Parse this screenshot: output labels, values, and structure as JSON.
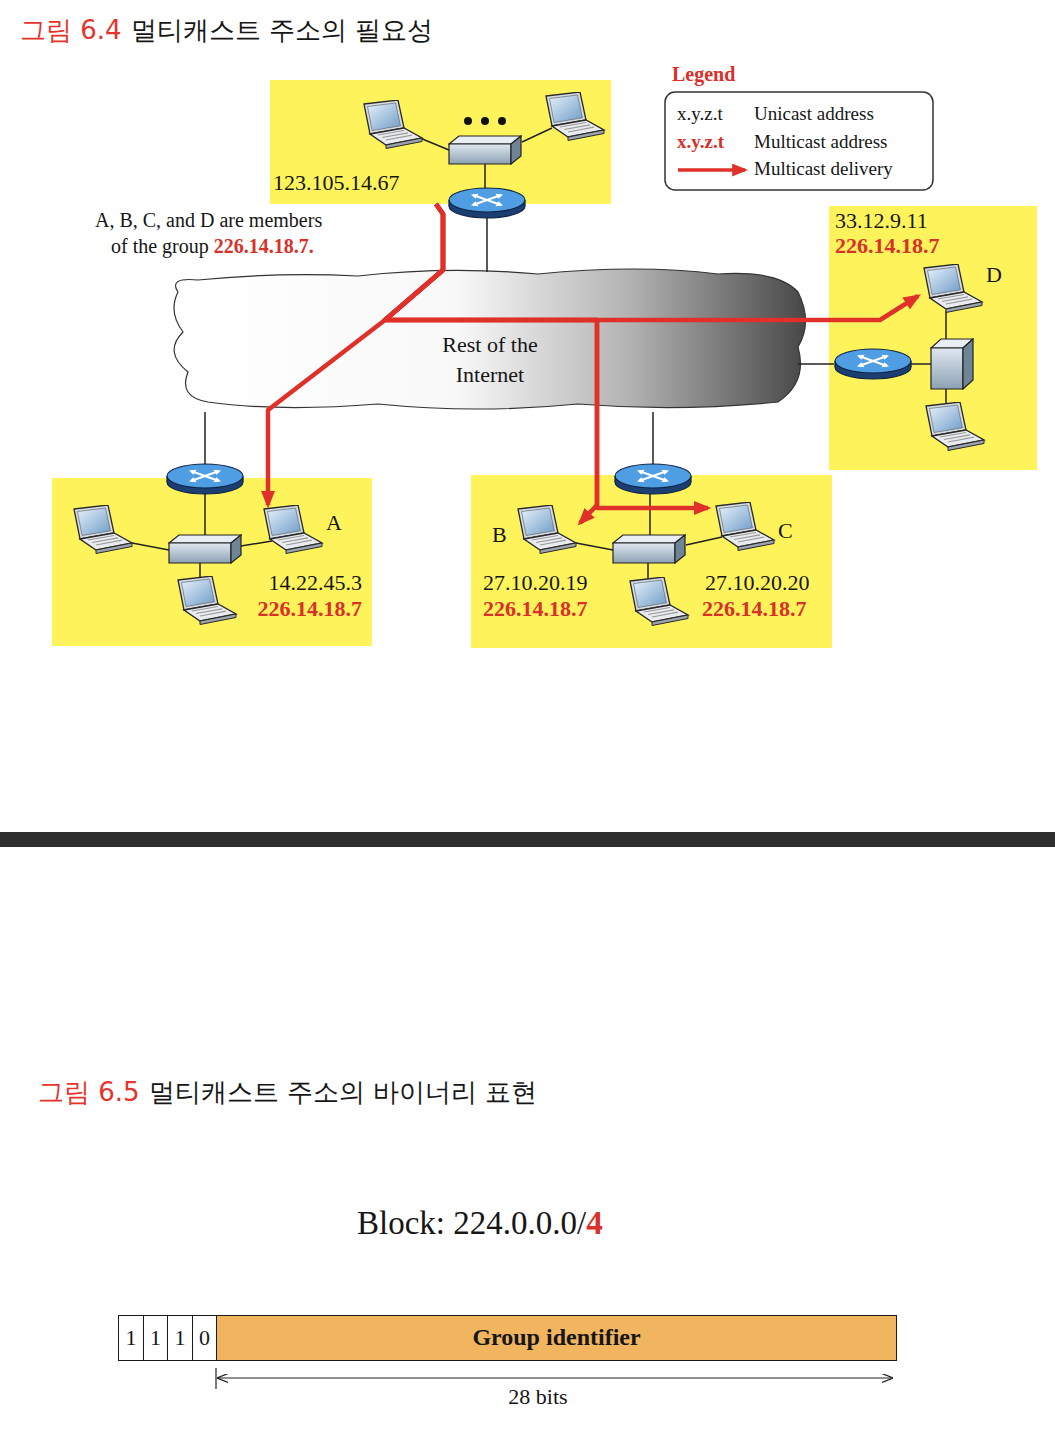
{
  "diagram": {
    "nodes": [
      {
        "text": [
          "123.105.14.67"
        ]
      },
      {
        "text": [
          "33.12.9.11",
          "226.14.18.7"
        ]
      },
      {
        "text": [
          "D"
        ],
        "in": 1
      },
      {
        "text": [
          "Rest of the Internet"
        ]
      },
      {
        "text": [
          "14.22.45.3",
          "226.14.18.7"
        ]
      },
      {
        "text": [
          "A"
        ],
        "in": 4
      },
      {
        "text": [
          "27.10.20.19",
          "226.14.18.7",
          "27.10.20.20",
          "226.14.18.7"
        ]
      },
      {
        "text": [
          "B"
        ],
        "in": 6
      },
      {
        "text": [
          "C"
        ],
        "in": 6
      },
      {
        "text": [
          "1"
        ]
      },
      {
        "text": [
          "1"
        ]
      },
      {
        "text": [
          "1"
        ]
      },
      {
        "text": [
          "0"
        ]
      },
      {
        "text": [
          "Group identifier"
        ]
      }
    ],
    "edges": [
      {
        "from": 0,
        "to": 5,
        "arrow": "to"
      },
      {
        "from": 0,
        "to": 7,
        "arrow": "to"
      },
      {
        "from": 0,
        "to": 8,
        "arrow": "to"
      },
      {
        "from": 0,
        "to": 2,
        "arrow": "to"
      }
    ],
    "labels": [
      "그림 6.4",
      "멀티캐스트 주소의 필요성",
      "Legend",
      "x.y.z.t",
      "x.y.z.t",
      "A, B, C, and D are members",
      "of the group",
      "226.14.18.7.",
      "그림 6.5",
      "멀티캐스트 주소의 바이너리 표현",
      "Block: 224.0.0.0/",
      "4",
      "28 bits"
    ],
    "legend": [
      {
        "text": "Unicast address"
      },
      {
        "text": "Multicast address"
      },
      {
        "text": "Multicast delivery"
      }
    ]
  }
}
